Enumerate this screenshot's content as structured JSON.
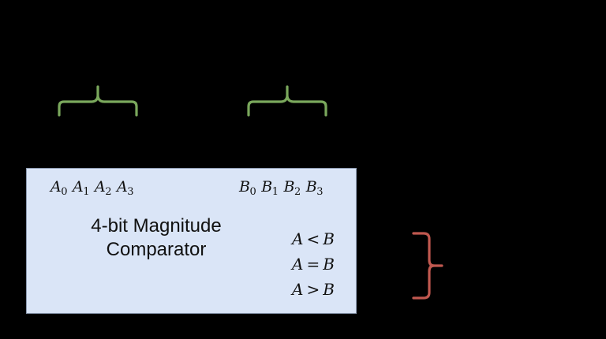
{
  "diagram": {
    "title": "4-bit Magnitude Comparator block diagram",
    "background_color": "#000000"
  },
  "block": {
    "name": "4-bit Magnitude Comparator",
    "title_line_1": "4-bit Magnitude",
    "title_line_2": "Comparator",
    "fill_color": "#dae5f7",
    "border_color": "#8c9ab0"
  },
  "inputs": {
    "bus_a": {
      "label": "A0 A1 A2 A3",
      "bits": [
        {
          "name": "A",
          "index": "0"
        },
        {
          "name": "A",
          "index": "1"
        },
        {
          "name": "A",
          "index": "2"
        },
        {
          "name": "A",
          "index": "3"
        }
      ]
    },
    "bus_b": {
      "label": "B0 B1 B2 B3",
      "bits": [
        {
          "name": "B",
          "index": "0"
        },
        {
          "name": "B",
          "index": "1"
        },
        {
          "name": "B",
          "index": "2"
        },
        {
          "name": "B",
          "index": "3"
        }
      ]
    }
  },
  "outputs": {
    "lines": [
      {
        "left": "A",
        "op": "<",
        "right": "B"
      },
      {
        "left": "A",
        "op": "=",
        "right": "B"
      },
      {
        "left": "A",
        "op": ">",
        "right": "B"
      }
    ]
  },
  "braces": {
    "input_a": {
      "name": "input-bus-a-brace",
      "color": "#7aa85c",
      "orientation": "down"
    },
    "input_b": {
      "name": "input-bus-b-brace",
      "color": "#7aa85c",
      "orientation": "down"
    },
    "output": {
      "name": "output-bus-brace",
      "color": "#c0584f",
      "orientation": "right"
    }
  }
}
